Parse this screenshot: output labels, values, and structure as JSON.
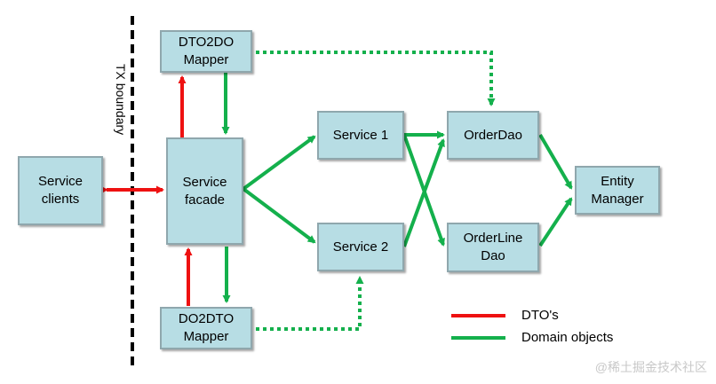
{
  "boundary_label": "TX boundary",
  "boxes": {
    "service_clients": [
      "Service",
      "clients"
    ],
    "dto2do_mapper": [
      "DTO2DO",
      "Mapper"
    ],
    "service_facade": [
      "Service",
      "facade"
    ],
    "do2dto_mapper": [
      "DO2DTO",
      "Mapper"
    ],
    "service1": [
      "Service 1"
    ],
    "service2": [
      "Service 2"
    ],
    "order_dao": [
      "OrderDao"
    ],
    "orderline_dao": [
      "OrderLine",
      "Dao"
    ],
    "entity_manager": [
      "Entity",
      "Manager"
    ]
  },
  "legend": {
    "dtos": "DTO's",
    "domain_objects": "Domain objects"
  },
  "watermark": "@稀土掘金技术社区",
  "colors": {
    "dto_arrow": "#ee1111",
    "domain_arrow": "#14b04c",
    "box_fill": "#b7dde4",
    "boundary": "#000000"
  }
}
